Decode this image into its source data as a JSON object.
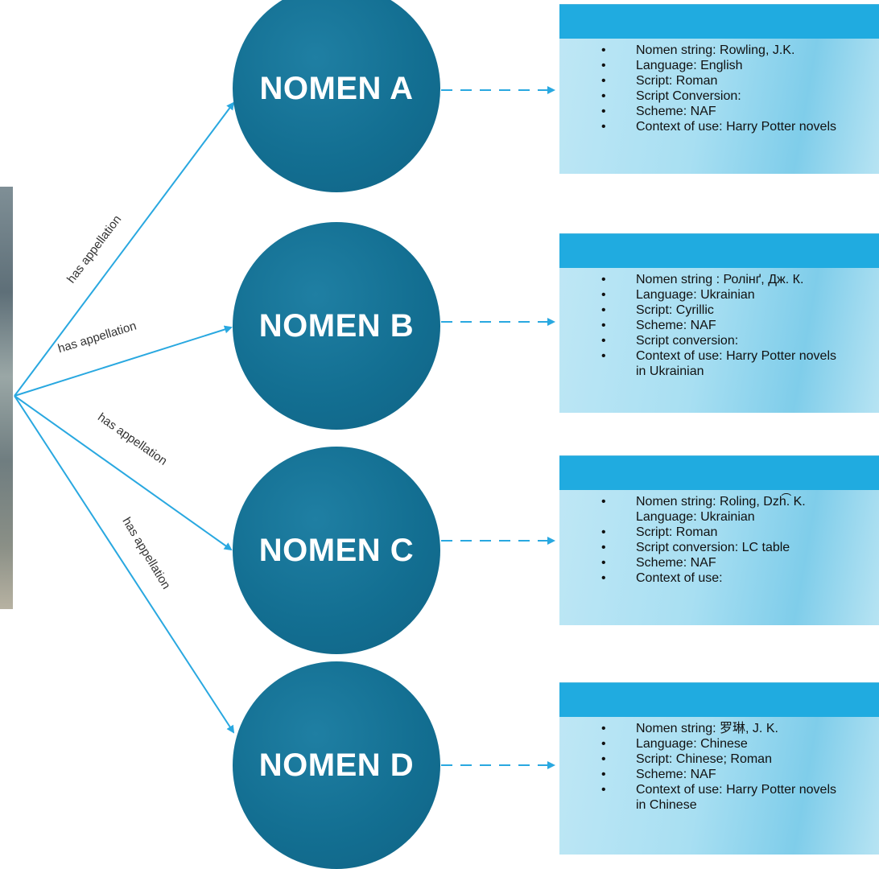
{
  "relationship_label": "has appellation",
  "nomens": [
    {
      "name": "NOMEN A",
      "attributes": [
        {
          "text": "Nomen string: Rowling, J.K.",
          "bullet": true
        },
        {
          "text": "Language: English",
          "bullet": true
        },
        {
          "text": "Script: Roman",
          "bullet": true
        },
        {
          "text": "Script Conversion:",
          "bullet": true
        },
        {
          "text": "Scheme: NAF",
          "bullet": true
        },
        {
          "text": "Context of use: Harry Potter novels",
          "bullet": true
        }
      ]
    },
    {
      "name": "NOMEN B",
      "attributes": [
        {
          "text": "Nomen string : Ролінґ, Дж. К.",
          "bullet": true
        },
        {
          "text": "Language: Ukrainian",
          "bullet": true
        },
        {
          "text": "Script: Cyrillic",
          "bullet": true
        },
        {
          "text": "Scheme: NAF",
          "bullet": true
        },
        {
          "text": "Script conversion:",
          "bullet": true
        },
        {
          "text": "Context of use: Harry Potter novels",
          "bullet": true
        },
        {
          "text": "in Ukrainian",
          "bullet": false
        }
      ]
    },
    {
      "name": "NOMEN C",
      "attributes": [
        {
          "text": "Nomen string: Roling, Dzh͡. K.",
          "bullet": true
        },
        {
          "text": "Language: Ukrainian",
          "bullet": false
        },
        {
          "text": "Script: Roman",
          "bullet": true
        },
        {
          "text": "Script conversion: LC table",
          "bullet": true
        },
        {
          "text": "Scheme: NAF",
          "bullet": true
        },
        {
          "text": "Context of use:",
          "bullet": true
        }
      ]
    },
    {
      "name": "NOMEN D",
      "attributes": [
        {
          "text": "Nomen string: 罗琳, J. K.",
          "bullet": true
        },
        {
          "text": "Language: Chinese",
          "bullet": true
        },
        {
          "text": "Script: Chinese; Roman",
          "bullet": true
        },
        {
          "text": "Scheme: NAF",
          "bullet": true
        },
        {
          "text": "Context of use: Harry Potter novels",
          "bullet": true
        },
        {
          "text": "in Chinese",
          "bullet": false
        }
      ]
    }
  ],
  "colors": {
    "circle": "#136f92",
    "connector": "#29a8e0",
    "box_header": "#20abe0",
    "box_body": "#a8dff2"
  }
}
